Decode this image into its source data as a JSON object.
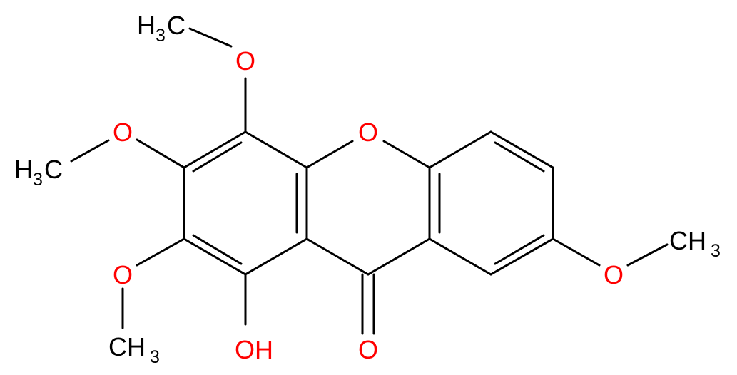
{
  "molecule": {
    "atoms": {
      "ring_oxygen": "O",
      "carbonyl_oxygen": "O",
      "hydroxyl": "OH",
      "methoxy_o_top": "O",
      "methoxy_o_left": "O",
      "methoxy_o_bottom_left": "O",
      "methoxy_o_right": "O"
    },
    "methyl_groups": {
      "top": {
        "main": "H",
        "sub": "3",
        "tail": "C"
      },
      "left": {
        "main": "H",
        "sub": "3",
        "tail": "C"
      },
      "bottom_left": {
        "main": "CH",
        "sub": "3"
      },
      "right": {
        "main": "CH",
        "sub": "3"
      }
    },
    "colors": {
      "bond": "#000000",
      "heteroatom": "#ff0000",
      "carbon_label": "#000000"
    }
  }
}
